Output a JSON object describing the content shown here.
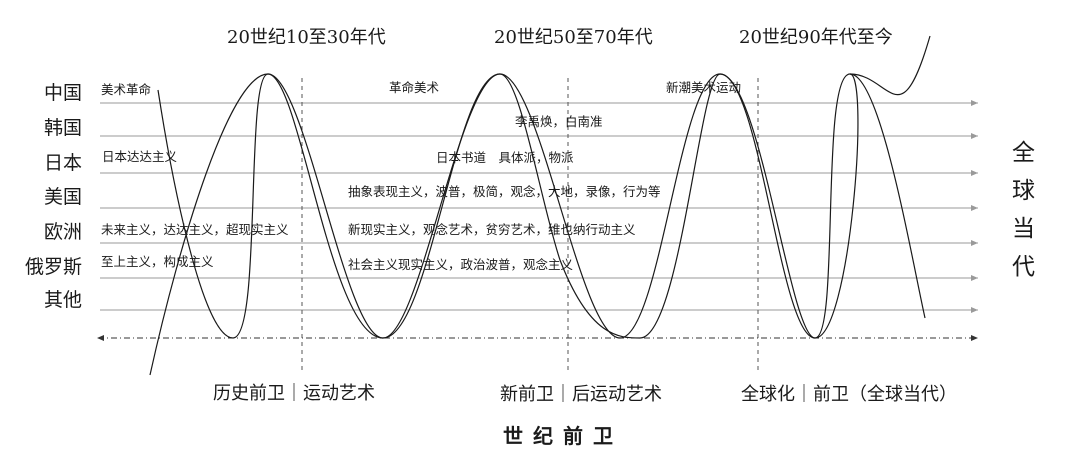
{
  "eras": [
    "20世纪10至30年代",
    "20世纪50至70年代",
    "20世纪90年代至今"
  ],
  "regions": [
    "中国",
    "韩国",
    "日本",
    "美国",
    "欧洲",
    "俄罗斯",
    "其他"
  ],
  "movements": {
    "china_early": "美术革命",
    "china_mid": "革命美术",
    "china_late": "新潮美术运动",
    "korea_mid": "李禹焕，白南准",
    "japan_early": "日本达达主义",
    "japan_mid": "日本书道　具体派，物派",
    "usa_mid": "抽象表现主义，波普，极简，观念，大地，录像，行为等",
    "europe_early": "未来主义，达达主义，超现实主义",
    "europe_mid": "新现实主义，观念艺术，贫穷艺术，维也纳行动主义",
    "russia_early": "至上主义，构成主义",
    "russia_mid": "社会主义现实主义，政治波普，观念主义"
  },
  "phases": [
    "历史前卫｜运动艺术",
    "新前卫｜后运动艺术",
    "全球化｜前卫（全球当代）"
  ],
  "bottom_title": "世纪前卫",
  "side_label": [
    "全",
    "球",
    "当",
    "代"
  ],
  "colors": {
    "line": "#9a9a9a",
    "curve": "#1a1a1a",
    "text": "#1a1a1a"
  }
}
